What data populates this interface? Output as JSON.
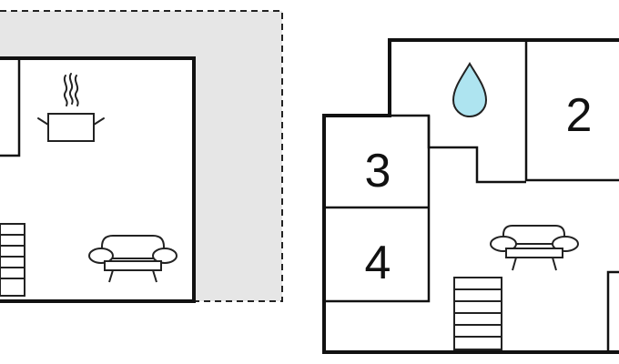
{
  "floorplan": {
    "left_floor": {
      "icons": [
        "kitchen-pot-icon",
        "stairs-icon",
        "sofa-icon"
      ]
    },
    "right_floor": {
      "rooms": [
        {
          "number": "2"
        },
        {
          "number": "3"
        },
        {
          "number": "4"
        }
      ],
      "icons": [
        "water-drop-icon",
        "sofa-icon",
        "stairs-icon"
      ]
    }
  },
  "colors": {
    "wall": "#111111",
    "terrace": "#e6e6e6",
    "water": "#aee4f0"
  }
}
